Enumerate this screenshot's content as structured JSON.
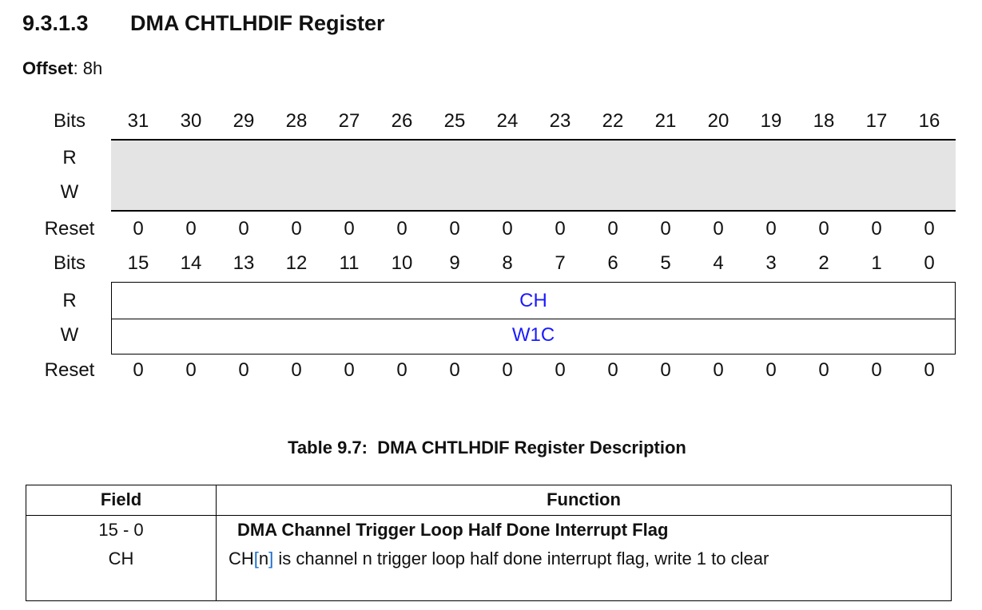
{
  "heading": {
    "number": "9.3.1.3",
    "title": "DMA CHTLHDIF Register"
  },
  "offset": {
    "label": "Offset",
    "value": "8h"
  },
  "register": {
    "row_labels": {
      "bits": "Bits",
      "read": "R",
      "write": "W",
      "reset": "Reset"
    },
    "upper": {
      "bits": [
        "31",
        "30",
        "29",
        "28",
        "27",
        "26",
        "25",
        "24",
        "23",
        "22",
        "21",
        "20",
        "19",
        "18",
        "17",
        "16"
      ],
      "reset": [
        "0",
        "0",
        "0",
        "0",
        "0",
        "0",
        "0",
        "0",
        "0",
        "0",
        "0",
        "0",
        "0",
        "0",
        "0",
        "0"
      ],
      "reserved_fill": "#e4e4e4"
    },
    "lower": {
      "bits": [
        "15",
        "14",
        "13",
        "12",
        "11",
        "10",
        "9",
        "8",
        "7",
        "6",
        "5",
        "4",
        "3",
        "2",
        "1",
        "0"
      ],
      "read_field": "CH",
      "write_field": "W1C",
      "reset": [
        "0",
        "0",
        "0",
        "0",
        "0",
        "0",
        "0",
        "0",
        "0",
        "0",
        "0",
        "0",
        "0",
        "0",
        "0",
        "0"
      ]
    }
  },
  "table": {
    "caption": "Table 9.7:  DMA CHTLHDIF Register Description",
    "headers": {
      "field": "Field",
      "function": "Function"
    },
    "rows": [
      {
        "bits": "15 - 0",
        "field": "CH",
        "title": "DMA Channel Trigger Loop Half Done Interrupt Flag",
        "desc_prefix": "CH",
        "desc_bracket_open": "[",
        "desc_var": "n",
        "desc_bracket_close": "]",
        "desc_rest": " is channel n trigger loop half done interrupt flag, write 1 to clear"
      }
    ]
  }
}
